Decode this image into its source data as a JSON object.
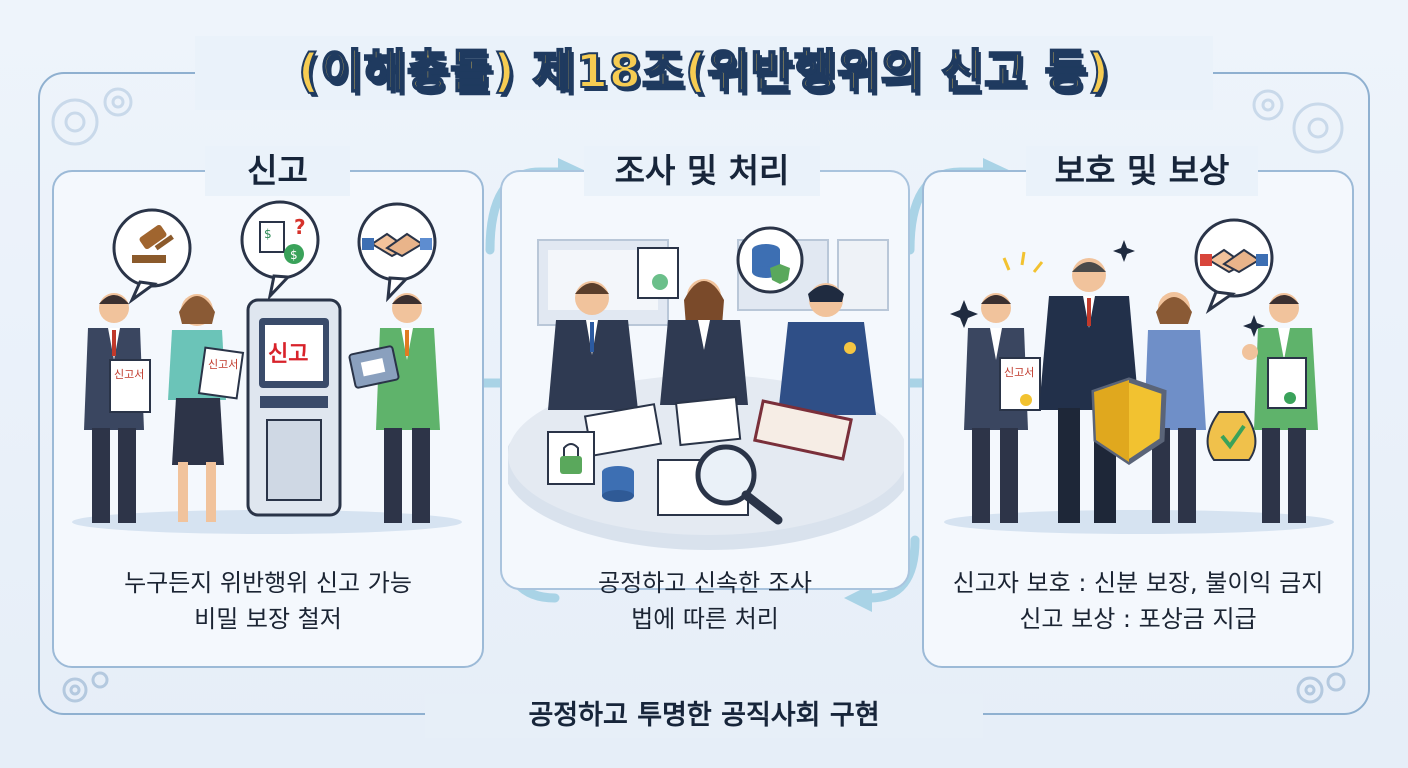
{
  "title": "(이해충돌) 제18조(위반행위의 신고 등)",
  "steps": [
    {
      "heading": "신고",
      "caption_line1": "누구든지 위반행위 신고 가능",
      "caption_line2": "비밀 보장 철저",
      "kiosk_label": "신고",
      "form_label": "신고서"
    },
    {
      "heading": "조사 및 처리",
      "caption_line1": "공정하고 신속한 조사",
      "caption_line2": "법에 따른 처리"
    },
    {
      "heading": "보호 및 보상",
      "caption_line1": "신고자 보호 : 신분 보장, 불이익 금지",
      "caption_line2": "신고 보상 : 포상금 지급",
      "form_label": "신고서"
    }
  ],
  "footer": "공정하고 투명한 공직사회 구현",
  "colors": {
    "frame": "#8fb0d0",
    "arrow": "#a9d3e6",
    "title_fill": "#f6cc52",
    "title_outline": "#1f3a5f",
    "kiosk_label": "#d8222a"
  },
  "icons": [
    "gavel-icon",
    "money-document-icon",
    "handshake-icon",
    "document-icon",
    "database-shield-icon",
    "certificate-icon",
    "lock-document-icon",
    "magnifier-icon",
    "shield-icon",
    "money-bag-icon",
    "gear-icon",
    "sparkle-icon"
  ]
}
